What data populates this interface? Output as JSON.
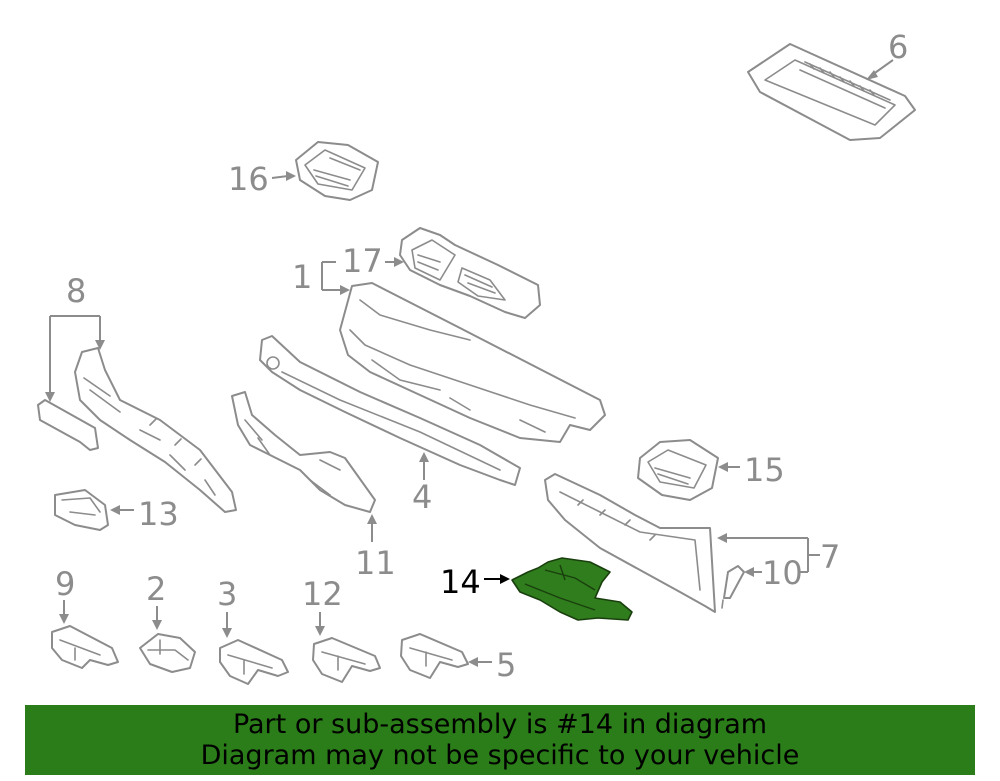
{
  "callouts": {
    "c1": "1",
    "c2": "2",
    "c3": "3",
    "c4": "4",
    "c5": "5",
    "c6": "6",
    "c7": "7",
    "c8": "8",
    "c9": "9",
    "c10": "10",
    "c11": "11",
    "c12": "12",
    "c13": "13",
    "c14": "14",
    "c15": "15",
    "c16": "16",
    "c17": "17"
  },
  "highlighted_part": "14",
  "colors": {
    "highlight": "#2f7d1c",
    "banner": "#2a7d18",
    "line": "#8c8c8c"
  },
  "banner": {
    "line1": "Part or sub-assembly is #14 in diagram",
    "line2": "Diagram may not be specific to your vehicle"
  }
}
